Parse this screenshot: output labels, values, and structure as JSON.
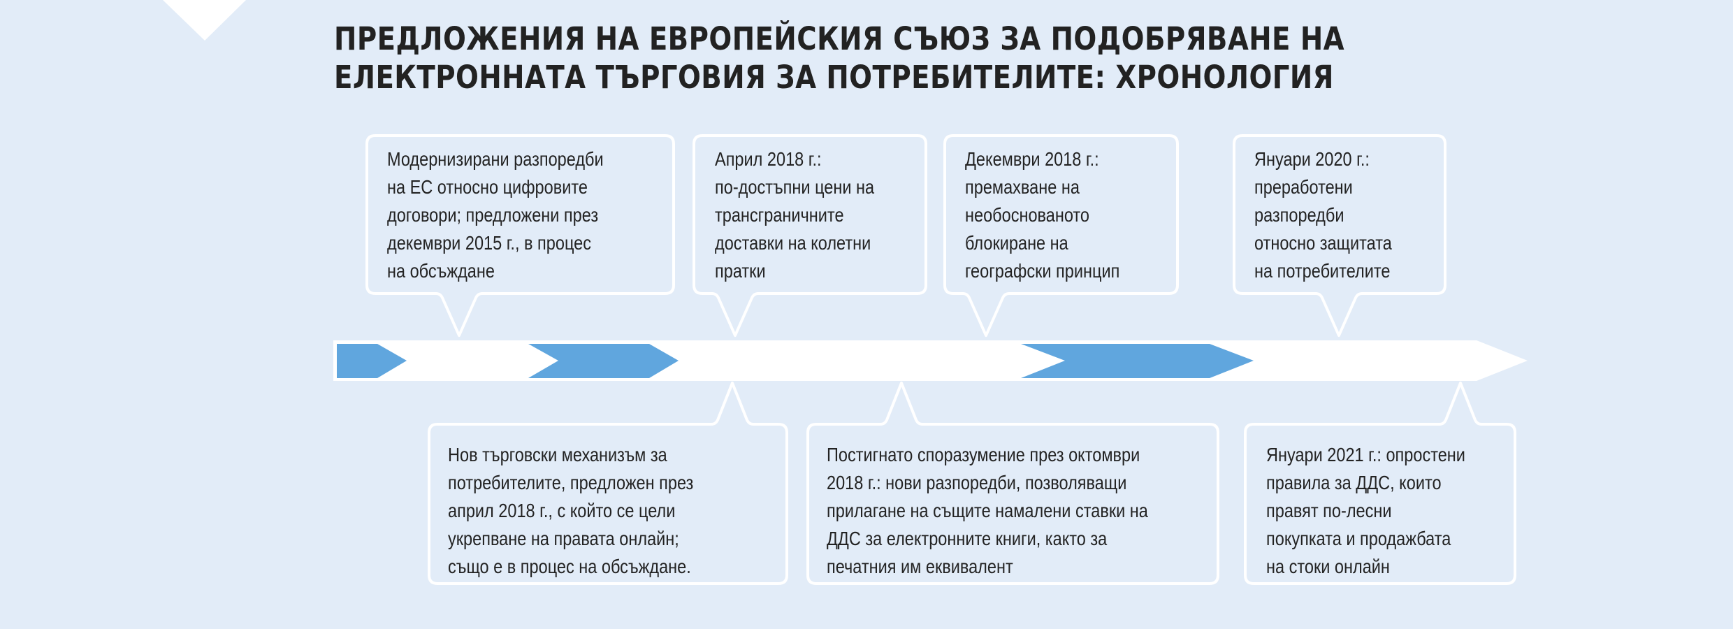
{
  "title": {
    "lines": [
      "ПРЕДЛОЖЕНИЯ НА ЕВРОПЕЙСКИЯ СЪЮЗ ЗА ПОДОБРЯВАНЕ НА",
      "ЕЛЕКТРОННАТА ТЪРГОВИЯ ЗА ПОТРЕБИТЕЛИТЕ: ХРОНОЛОГИЯ"
    ]
  },
  "colors": {
    "background": "#e2ecf8",
    "bar": "#ffffff",
    "accent_blue": "#60a6de",
    "text": "#232323",
    "callout_border": "#ffffff"
  },
  "timeline": {
    "top_callouts": [
      {
        "lines": [
          "Модернизирани разпоредби",
          "на ЕС относно цифровите",
          "договори; предложени през",
          "декември 2015 г., в процес",
          "на обсъждане"
        ]
      },
      {
        "lines": [
          "Април 2018 г.:",
          "по-достъпни цени на",
          "трансграничните",
          "доставки на колетни",
          "пратки"
        ]
      },
      {
        "lines": [
          "Декември 2018 г.:",
          "премахване на",
          "необоснованото",
          "блокиране на",
          "географски принцип"
        ]
      },
      {
        "lines": [
          "Януари 2020 г.:",
          "преработени",
          "разпоредби",
          "относно защитата",
          "на потребителите"
        ]
      }
    ],
    "bottom_callouts": [
      {
        "lines": [
          "Нов търговски механизъм за",
          "потребителите, предложен през",
          "април 2018 г., с който се цели",
          "укрепване на правата онлайн;",
          "също е в процес на обсъждане."
        ]
      },
      {
        "lines": [
          "Постигнато споразумение през октомври",
          "2018 г.: нови разпоредби, позволяващи",
          "прилагане на същите намалени ставки на",
          "ДДС за електронните книги, както за",
          "печатния им еквивалент"
        ]
      },
      {
        "lines": [
          "Януари 2021 г.: опростени",
          "правила за ДДС, които",
          "правят по-лесни",
          "покупката и продажбата",
          "на стоки онлайн"
        ]
      }
    ]
  }
}
